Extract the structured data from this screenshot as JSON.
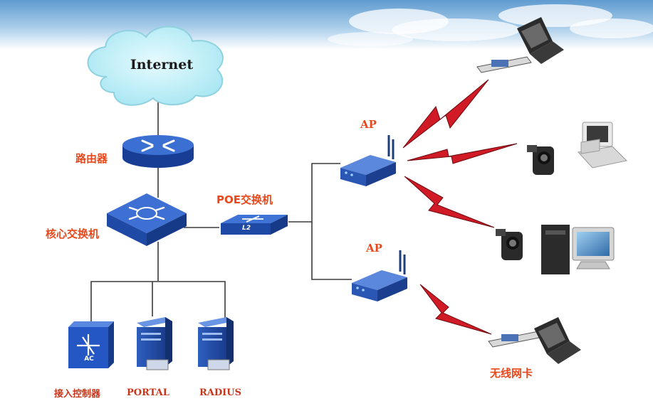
{
  "labels": {
    "internet": "Internet",
    "router": "路由器",
    "core_switch": "核心交换机",
    "poe_switch": "POE交换机",
    "ap_top": "AP",
    "ap_bottom": "AP",
    "access_controller": "接入控制器",
    "portal": "PORTAL",
    "radius": "RADIUS",
    "wireless_card": "无线网卡",
    "ac_badge": "AC",
    "l2_badge": "L2"
  },
  "colors": {
    "label": "#e8481b",
    "device_blue": "#1f4fae",
    "link": "#3a3a3a",
    "wireless": "#d01a25",
    "cloud": "#bdeff7",
    "sky": "#7fb2da"
  }
}
